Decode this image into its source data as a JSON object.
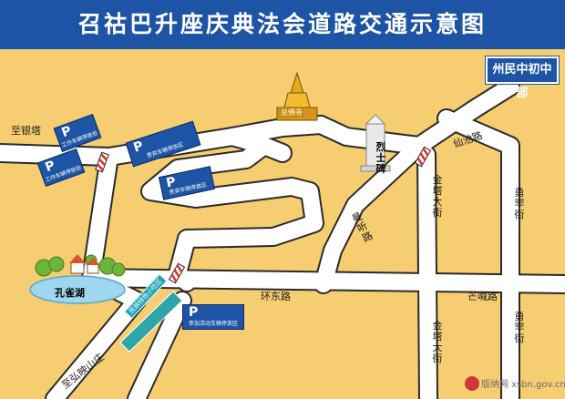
{
  "title": "召祜巴升座庆典法会道路交通示意图",
  "colors": {
    "background": "#f6cd71",
    "title_bar": "#1e54a5",
    "road": "#ffffff",
    "road_edge": "#2a2a2a",
    "parking": "#1e54a5",
    "lake": "#9fd7ef",
    "barrier_red": "#d8312a"
  },
  "roads": {
    "zhiyinta": "至银塔",
    "xianchi": "仙池路",
    "jinta_da_jie_north": "金塔大街",
    "jinta_da_jie_south": "金塔大街",
    "yonghan_north": "勇罕街",
    "yonghan_south": "勇罕街",
    "mengkan": "曼听路",
    "huandong": "环东路",
    "mangken": "芒喊路",
    "zhi_hongying": "至弘映山庄"
  },
  "parking": {
    "work_vehicle_1": "工作车辆停放处",
    "work_vehicle_2": "工作车辆停放处",
    "guest_1": "贵宾车辆停放区",
    "guest_2": "贵宾车辆停放区",
    "participant": "参加活动车辆停放区",
    "letter": "P"
  },
  "landmarks": {
    "station": "州民中初中部",
    "lake": "孔雀湖",
    "monument": "烈士碑",
    "temple": "总佛寺",
    "zone": "民族特色小吃区"
  },
  "watermark": "版纳网 xsbn.gov.cn"
}
